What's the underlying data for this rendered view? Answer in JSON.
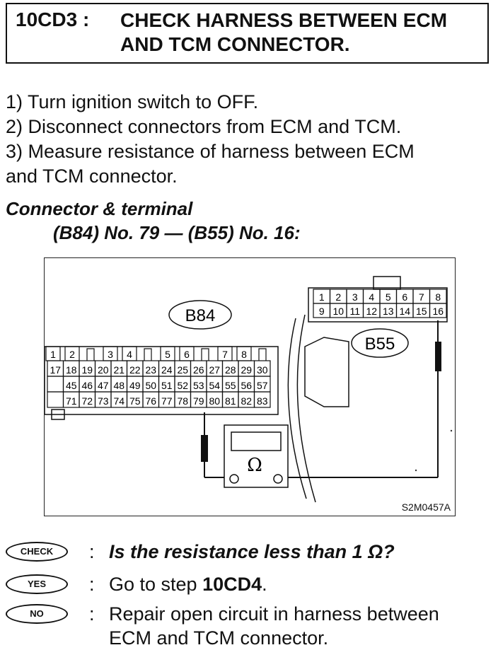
{
  "header": {
    "code": "10CD3 :",
    "title_line1": "CHECK HARNESS BETWEEN ECM",
    "title_line2": "AND TCM CONNECTOR."
  },
  "steps": [
    "1)  Turn ignition switch to OFF.",
    "2)  Disconnect connectors from ECM and TCM.",
    "3)  Measure resistance of harness between ECM",
    "and TCM connector."
  ],
  "connector": {
    "heading": "Connector & terminal",
    "detail": "(B84) No. 79 — (B55) No. 16:"
  },
  "figure": {
    "b84_label": "B84",
    "b55_label": "B55",
    "ohm_symbol": "Ω",
    "figure_code": "S2M0457A",
    "b84_rows": [
      [
        "1",
        "2",
        "",
        "3",
        "4",
        "",
        "5",
        "6",
        "",
        "7",
        "8",
        ""
      ],
      [
        "17",
        "18",
        "19",
        "20",
        "21",
        "22",
        "23",
        "24",
        "25",
        "26",
        "27",
        "28",
        "29",
        "30"
      ],
      [
        "",
        "45",
        "46",
        "47",
        "48",
        "49",
        "50",
        "51",
        "52",
        "53",
        "54",
        "55",
        "56",
        "57"
      ],
      [
        "",
        "71",
        "72",
        "73",
        "74",
        "75",
        "76",
        "77",
        "78",
        "79",
        "80",
        "81",
        "82",
        "83"
      ]
    ],
    "b55_rows": [
      [
        "1",
        "2",
        "3",
        "4",
        "5",
        "6",
        "7",
        "8"
      ],
      [
        "9",
        "10",
        "11",
        "12",
        "13",
        "14",
        "15",
        "16"
      ]
    ]
  },
  "qa": {
    "check_badge": "CHECK",
    "check_text": "Is the resistance less than 1 Ω?",
    "yes_badge": "YES",
    "yes_prefix": "Go to step ",
    "yes_step": "10CD4",
    "yes_suffix": ".",
    "no_badge": "NO",
    "no_line1": "Repair open circuit in harness between",
    "no_line2": "ECM and TCM connector."
  },
  "separator": ":"
}
